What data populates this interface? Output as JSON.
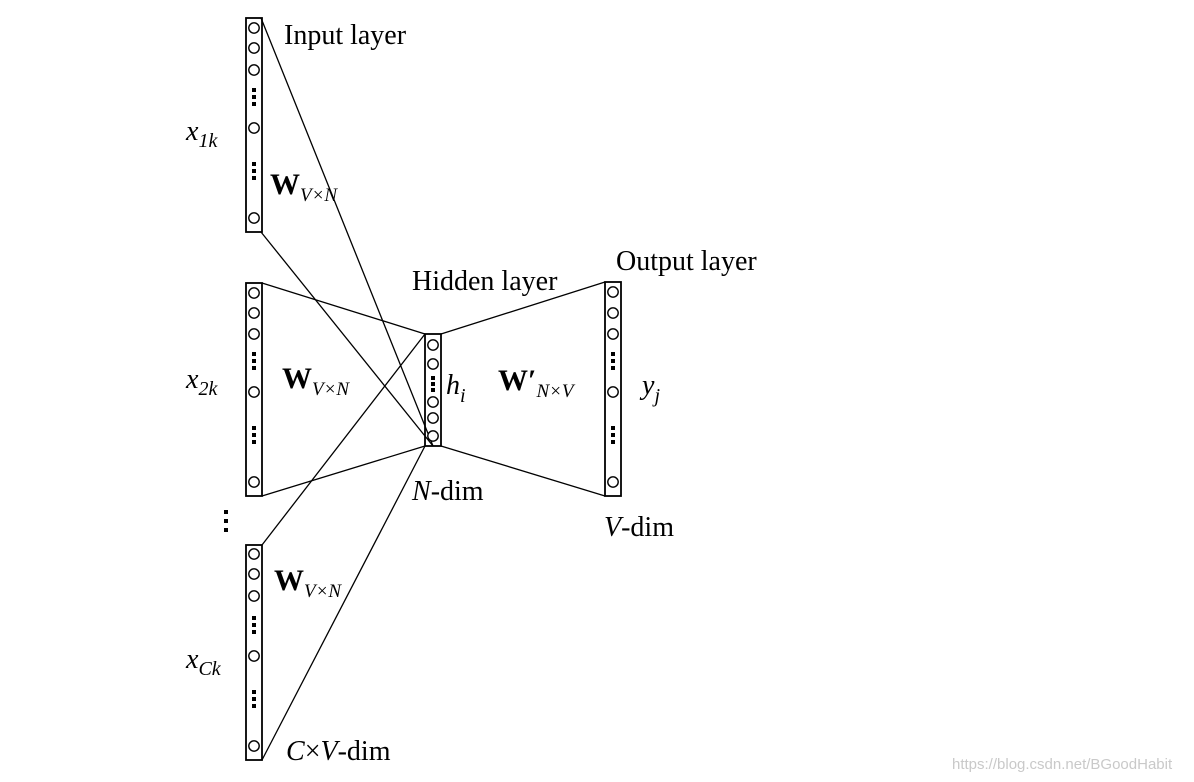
{
  "labels": {
    "input_layer": "Input layer",
    "hidden_layer": "Hidden layer",
    "output_layer": "Output layer",
    "n_dim": "-dim",
    "n_dim_var": "N",
    "v_dim": "-dim",
    "v_dim_var": "V",
    "cv_dim_c": "C",
    "cv_dim_times": "×",
    "cv_dim_v": "V",
    "cv_dim_suffix": "-dim"
  },
  "vars": {
    "x1": {
      "base": "x",
      "sub": "1k"
    },
    "x2": {
      "base": "x",
      "sub": "2k"
    },
    "xc": {
      "base": "x",
      "sub": "Ck"
    },
    "h": {
      "base": "h",
      "sub": "i"
    },
    "y": {
      "base": "y",
      "sub": "j"
    }
  },
  "weights": {
    "w_in": {
      "base": "W",
      "sub": "V×N"
    },
    "w_out": {
      "base": "W′",
      "sub": "N×V"
    }
  },
  "watermark": "https://blog.csdn.net/BGoodHabit"
}
